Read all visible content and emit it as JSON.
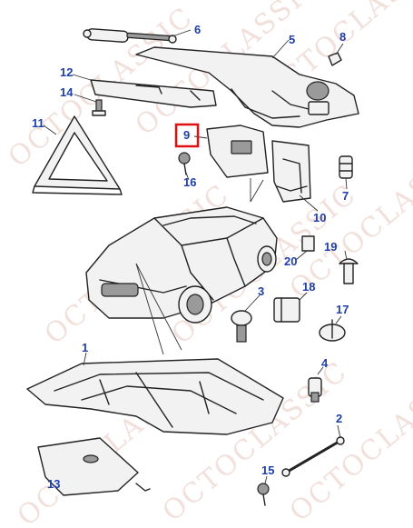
{
  "watermark": {
    "text": "OCTOCLASSIC"
  },
  "colors": {
    "callout": "#1f3ea8",
    "highlight": "#e01010",
    "watermark": "#e7c8bf"
  },
  "callouts": {
    "c1": "1",
    "c2": "2",
    "c3": "3",
    "c4": "4",
    "c5": "5",
    "c6": "6",
    "c7": "7",
    "c8": "8",
    "c9": "9",
    "c10": "10",
    "c11": "11",
    "c12": "12",
    "c13": "13",
    "c14": "14",
    "c15": "15",
    "c16": "16",
    "c17": "17",
    "c18": "18",
    "c19": "19",
    "c20": "20"
  },
  "selected_callout": "9"
}
